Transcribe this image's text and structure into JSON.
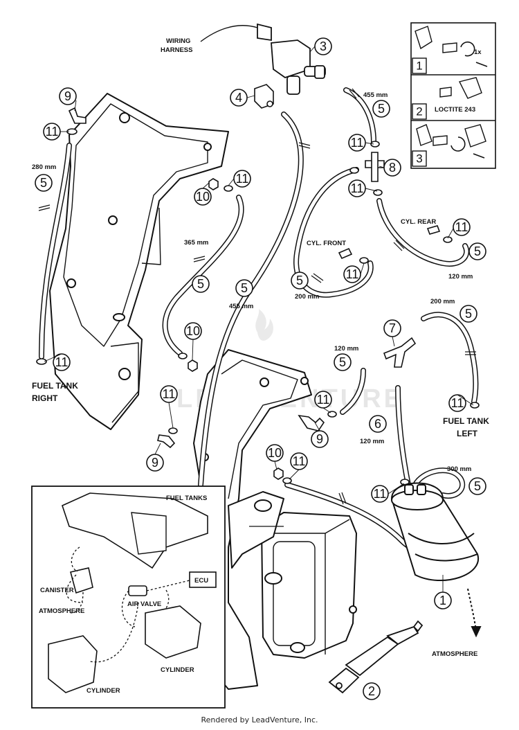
{
  "callouts": [
    {
      "n": "1"
    },
    {
      "n": "2"
    },
    {
      "n": "3"
    },
    {
      "n": "4"
    },
    {
      "n": "5"
    },
    {
      "n": "6"
    },
    {
      "n": "7"
    },
    {
      "n": "8"
    },
    {
      "n": "9"
    },
    {
      "n": "10"
    },
    {
      "n": "11"
    }
  ],
  "labels": {
    "wiring": "WIRING",
    "harness": "HARNESS",
    "cyl_front": "CYL. FRONT",
    "cyl_rear": "CYL. REAR",
    "fuel_tank": "FUEL TANK",
    "right": "RIGHT",
    "left": "LEFT",
    "atmosphere": "ATMOSPHERE",
    "loctite": "LOCTITE 243",
    "rotate": "1x"
  },
  "hose_lengths": {
    "h455a": "455 mm",
    "h455b": "455 mm",
    "h280": "280 mm",
    "h365": "365 mm",
    "h200a": "200 mm",
    "h120a": "120 mm",
    "h200b": "200 mm",
    "h120b": "120 mm",
    "h120c": "120 mm",
    "h300": "300 mm"
  },
  "steps": [
    "1",
    "2",
    "3"
  ],
  "inset": {
    "fuel_tanks": "FUEL TANKS",
    "ecu": "ECU",
    "canister": "CANISTER",
    "air_valve": "AIR VALVE",
    "atmosphere": "ATMOSPHERE",
    "cylinder_rear": "CYLINDER",
    "cylinder_front": "CYLINDER"
  },
  "footer": "Rendered by LeadVenture, Inc."
}
